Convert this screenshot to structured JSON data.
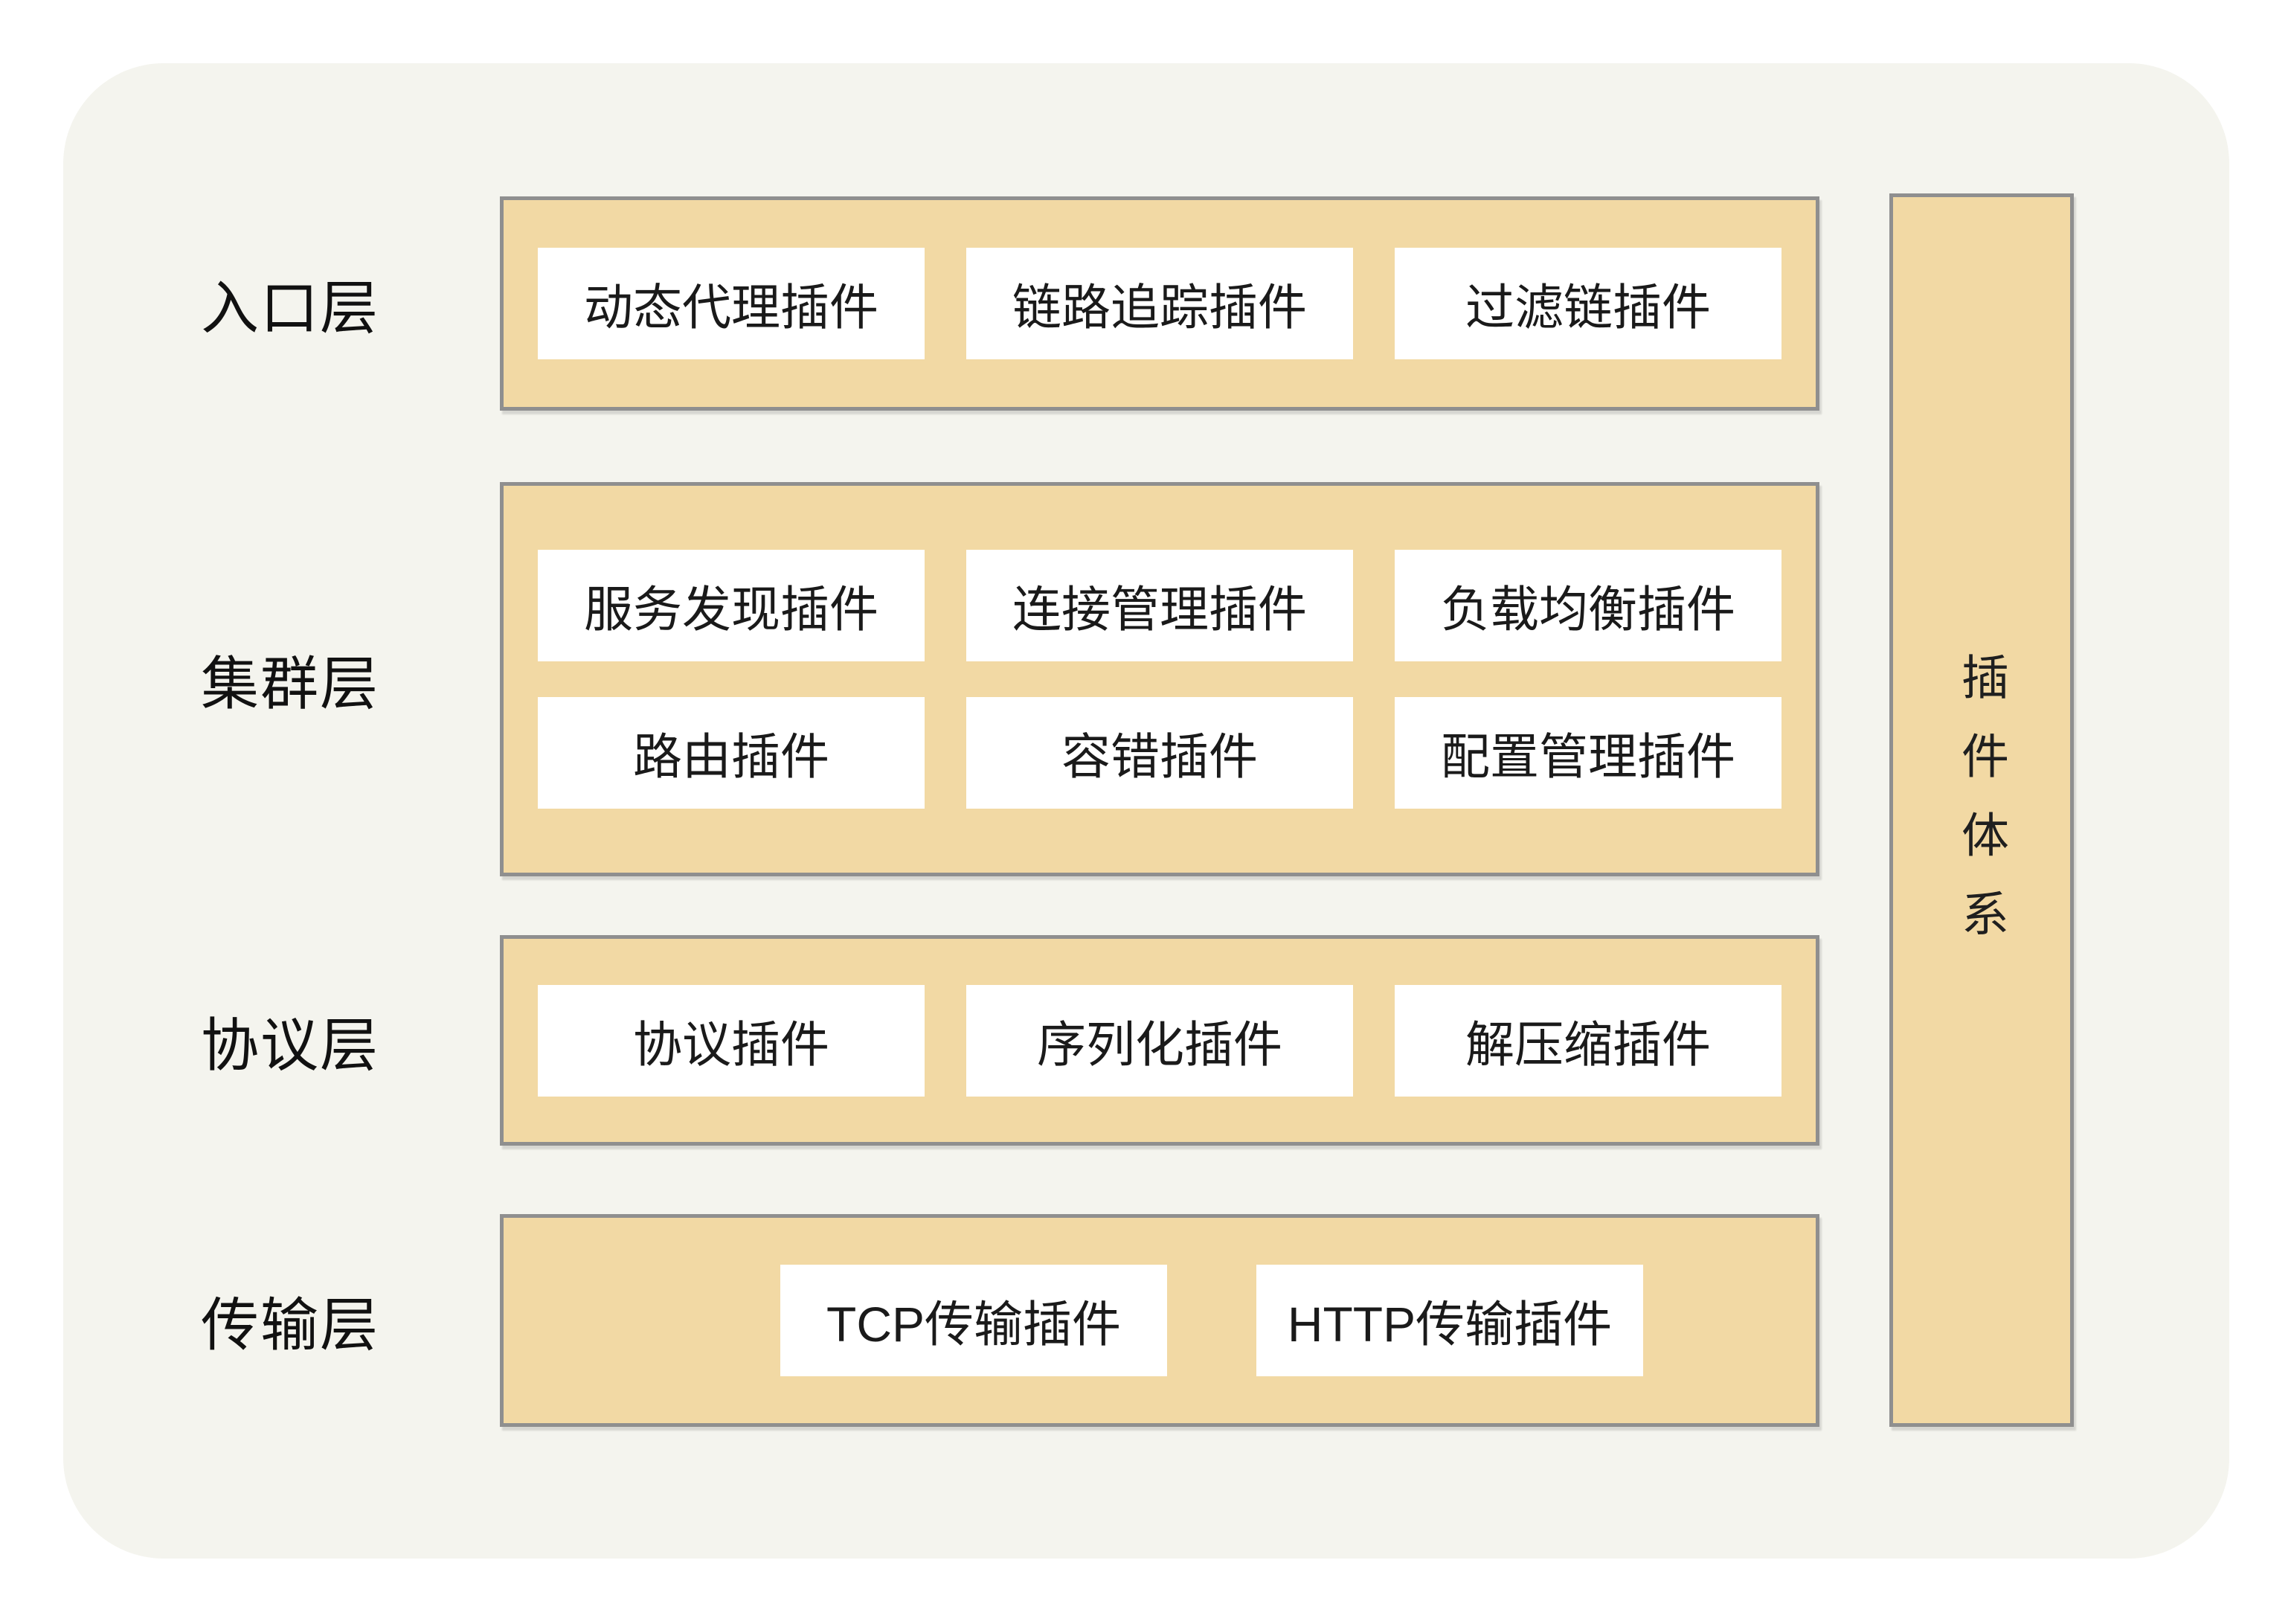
{
  "sidebar": {
    "label": "插件体系"
  },
  "layers": [
    {
      "label": "入口层",
      "rows": [
        [
          "动态代理插件",
          "链路追踪插件",
          "过滤链插件"
        ]
      ]
    },
    {
      "label": "集群层",
      "rows": [
        [
          "服务发现插件",
          "连接管理插件",
          "负载均衡插件"
        ],
        [
          "路由插件",
          "容错插件",
          "配置管理插件"
        ]
      ]
    },
    {
      "label": "协议层",
      "rows": [
        [
          "协议插件",
          "序列化插件",
          "解压缩插件"
        ]
      ]
    },
    {
      "label": "传输层",
      "rows": [
        [
          "TCP传输插件",
          "HTTP传输插件"
        ]
      ]
    }
  ],
  "colors": {
    "card_bg": "#f4f4ee",
    "band_fill": "#f2d9a4",
    "band_border": "#8f8f8f",
    "box_bg": "#ffffff",
    "text": "#1a1a1a"
  }
}
